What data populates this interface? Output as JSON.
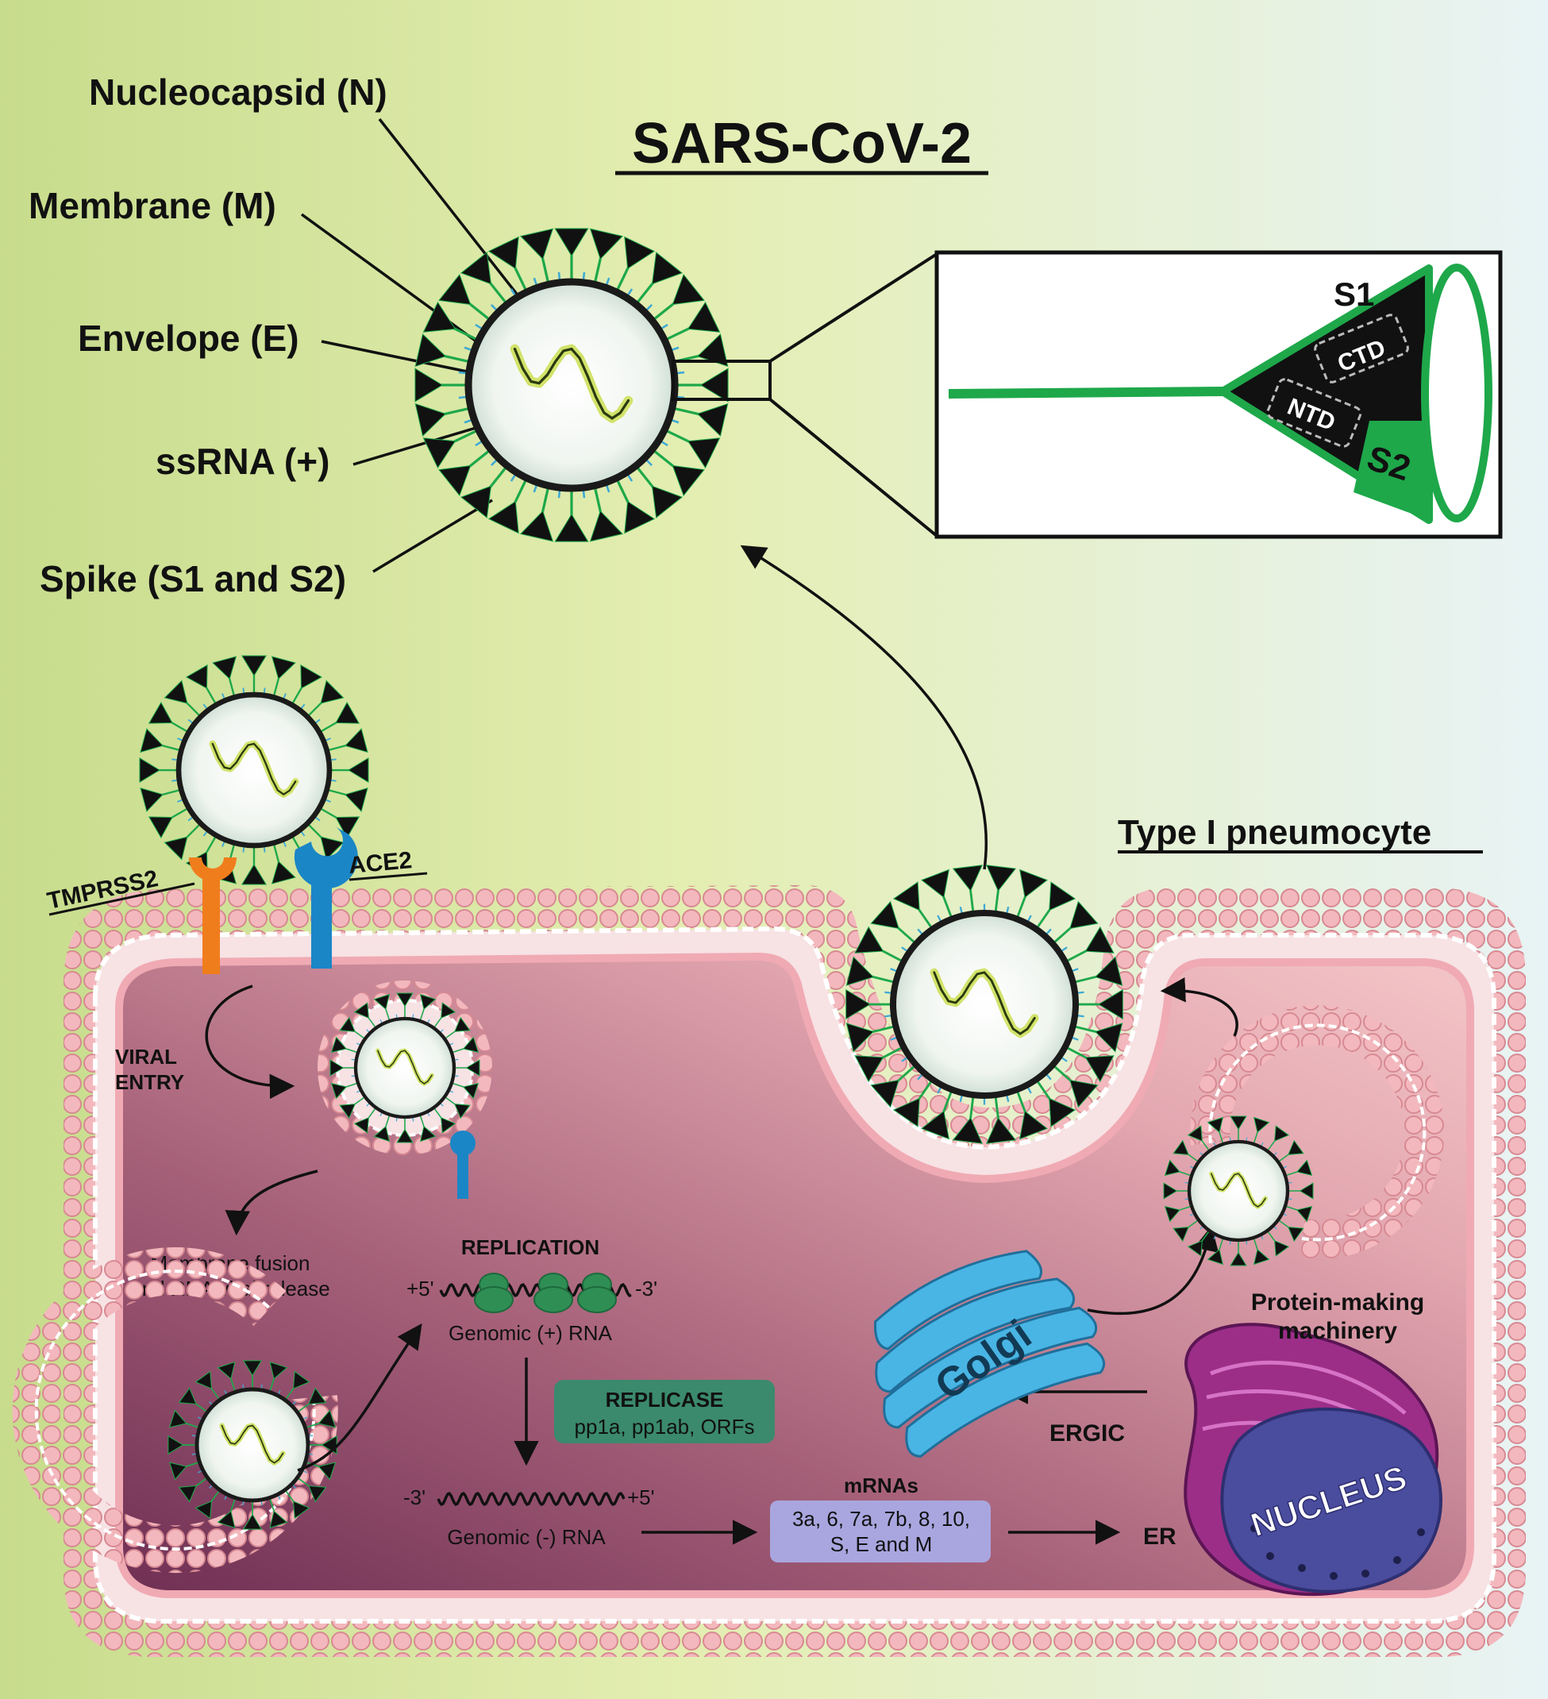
{
  "title": "SARS-CoV-2",
  "labels": {
    "nucleocapsid": "Nucleocapsid (N)",
    "membrane": "Membrane (M)",
    "envelope": "Envelope (E)",
    "ssrna": "ssRNA (+)",
    "spike": "Spike (S1 and S2)"
  },
  "spike_detail": {
    "s1": "S1",
    "ctd": "CTD",
    "ntd": "NTD",
    "s2": "S2"
  },
  "cell": {
    "title": "Type I pneumocyte",
    "tmprss2": "TMPRSS2",
    "ace2": "ACE2",
    "viral_entry": [
      "VIRAL",
      "ENTRY"
    ],
    "fusion": [
      "Membrane fusion",
      "and RNA viral release"
    ],
    "replication": "REPLICATION",
    "plus5": "+5'",
    "minus3": "-3'",
    "genomic_plus": "Genomic (+) RNA",
    "replicase_title": "REPLICASE",
    "replicase_items": "pp1a, pp1ab, ORFs",
    "minus3b": "-3'",
    "plus5b": "+5'",
    "genomic_minus": "Genomic (-) RNA",
    "mrnas_title": "mRNAs",
    "mrnas_items": [
      "3a, 6, 7a, 7b, 8, 10,",
      "S, E and M"
    ],
    "er": "ER",
    "ergic": "ERGIC",
    "golgi": "Golgi",
    "nucleus": "NUCLEUS",
    "protein_machinery": [
      "Protein-making",
      "machinery"
    ]
  },
  "colors": {
    "spike_green": "#1ea84a",
    "ace2_blue": "#1b86c6",
    "tmprss2_orange": "#f07d1c",
    "replicase_box": "#3b8a6e",
    "mrna_box": "#a9a6df",
    "golgi": "#49b5e4",
    "nucleus": "#4a4c9e",
    "er": "#9c2e88"
  }
}
